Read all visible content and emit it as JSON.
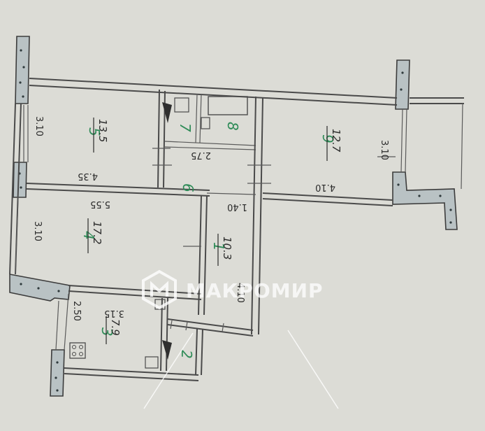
{
  "watermark": {
    "text": "МАКРОМИР",
    "logo": "makromir-logo-icon"
  },
  "rooms": [
    {
      "id": "room-1",
      "number": "1",
      "area": "10.3"
    },
    {
      "id": "room-2",
      "number": "2",
      "area": ""
    },
    {
      "id": "room-3",
      "number": "3",
      "area": "7.9"
    },
    {
      "id": "room-4",
      "number": "4",
      "area": "17.2"
    },
    {
      "id": "room-5",
      "number": "5",
      "area": "13.5"
    },
    {
      "id": "room-6",
      "number": "6",
      "area": ""
    },
    {
      "id": "room-7",
      "number": "7",
      "area": ""
    },
    {
      "id": "room-8",
      "number": "8",
      "area": ""
    },
    {
      "id": "room-9",
      "number": "9",
      "area": "12.7"
    }
  ],
  "dimensions": {
    "room5_height": "3.10",
    "room5_width": "4.35",
    "room9_height": "3.10",
    "room9_width": "4.10",
    "room4_height": "3.10",
    "room4_width": "5.55",
    "room6_width": "2.75",
    "room1_width": "1.40",
    "room1_length": "4.10",
    "room3_height": "2.50",
    "room3_width": "3.15"
  },
  "colors": {
    "room_number": "#2e8b57",
    "wall_fill": "#b9c2c4"
  }
}
